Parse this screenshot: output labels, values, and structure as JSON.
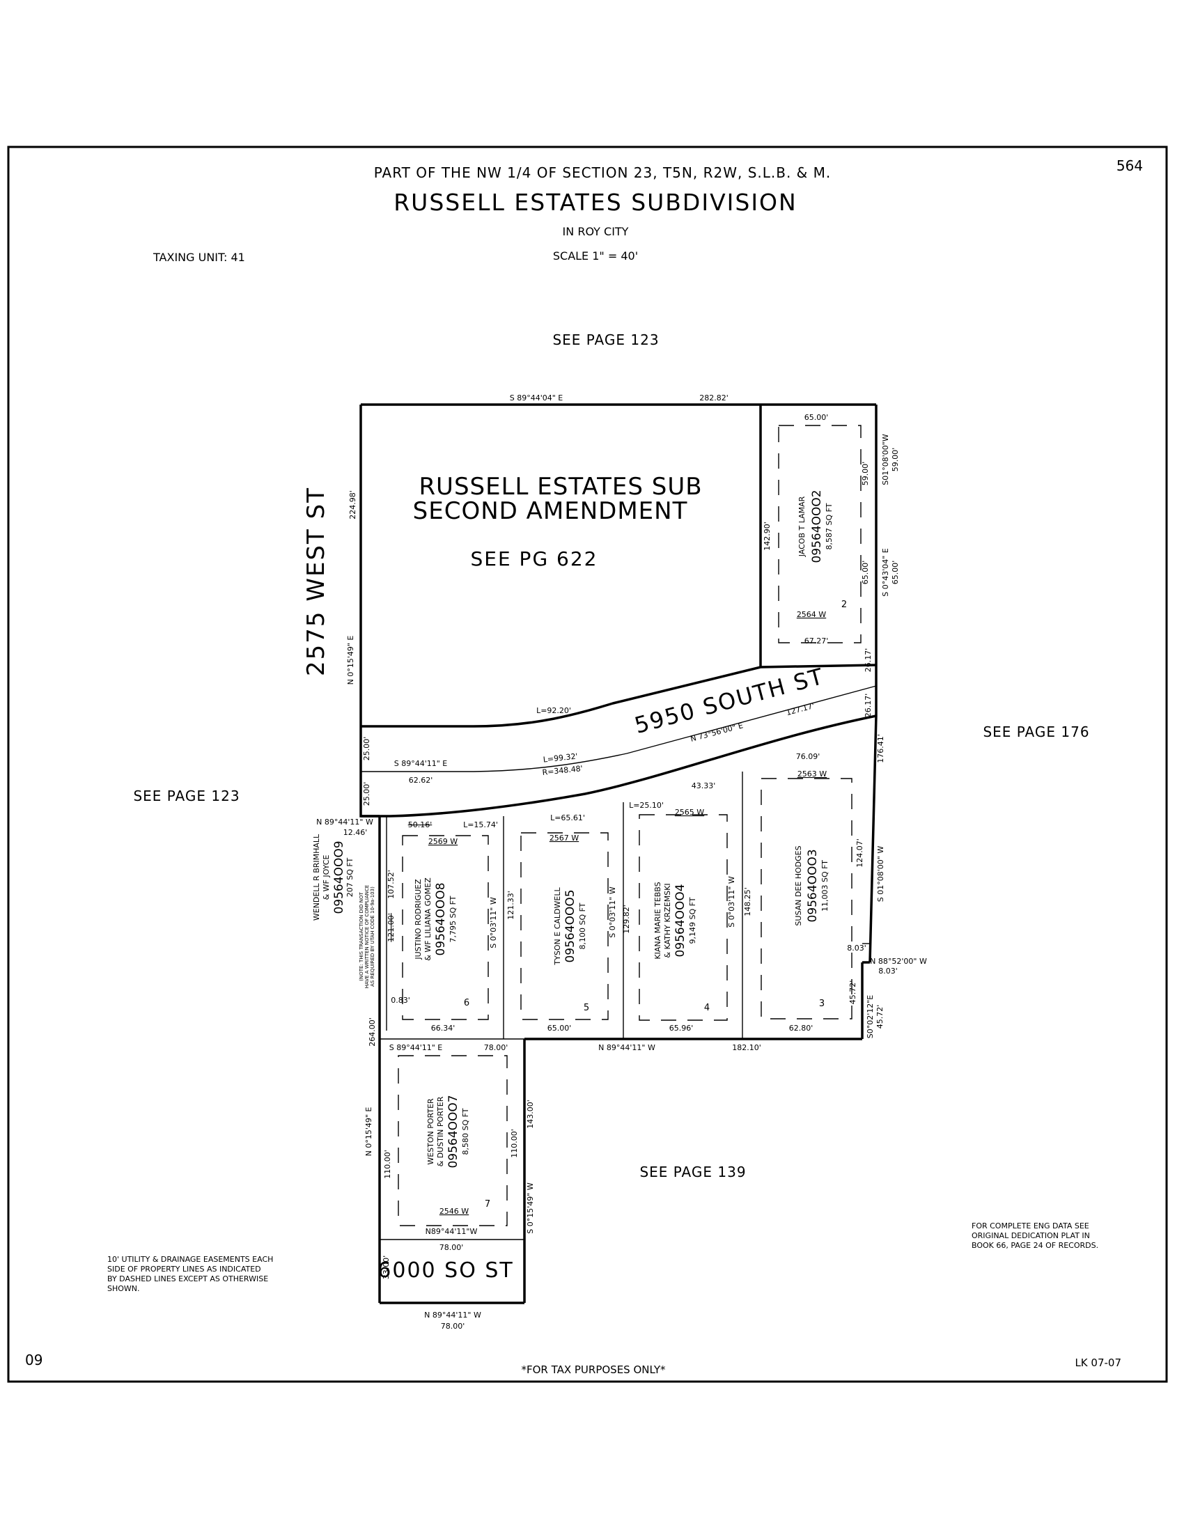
{
  "header": {
    "location": "PART OF THE NW 1/4 OF SECTION 23, T5N, R2W, S.L.B. & M.",
    "title": "RUSSELL ESTATES SUBDIVISION",
    "city": "IN ROY CITY",
    "scale": "SCALE 1\" = 40'",
    "taxing_unit": "TAXING UNIT: 41",
    "page_number": "564"
  },
  "references": {
    "north": "SEE PAGE 123",
    "west": "SEE PAGE 123",
    "east": "SEE PAGE 176",
    "south": "SEE PAGE 139"
  },
  "streets": {
    "west": "2575 WEST ST",
    "middle": "5950 SOUTH ST",
    "south": "6000 SO ST"
  },
  "amendment": {
    "line1": "RUSSELL ESTATES SUB",
    "line2": "SECOND AMENDMENT",
    "ref": "SEE PG 622"
  },
  "parcels": [
    {
      "lot": "2",
      "owner1": "JACOB T LAMAR",
      "owner2": "",
      "pin": "09564OOO2",
      "area": "8,587 SQ FT",
      "address": "2564 W"
    },
    {
      "lot": "3",
      "owner1": "SUSAN DEE HODGES",
      "owner2": "",
      "pin": "09564OOO3",
      "area": "11,003 SQ FT",
      "address": "2563 W"
    },
    {
      "lot": "4",
      "owner1": "KIANA MARIE TEBBS",
      "owner2": "& KATHY KRZEMSKI",
      "pin": "09564OOO4",
      "area": "9,149 SQ FT",
      "address": "2565 W"
    },
    {
      "lot": "5",
      "owner1": "TYSON E CALDWELL",
      "owner2": "",
      "pin": "09564OOO5",
      "area": "8,100 SQ FT",
      "address": "2567 W"
    },
    {
      "lot": "6",
      "owner1": "JUSTINO RODRIGUEZ",
      "owner2": "& WF LILIANA GOMEZ",
      "pin": "09564OOO8",
      "area": "7,795 SQ FT",
      "address": "2569 W"
    },
    {
      "lot": "7",
      "owner1": "WESTON PORTER",
      "owner2": "& DUSTIN PORTER",
      "pin": "09564OOO7",
      "area": "8,580 SQ FT",
      "address": "2546 W"
    }
  ],
  "sliver": {
    "owner1": "WENDELL R BRIMHALL",
    "owner2": "& WF JOYCE",
    "pin": "09564OOO9",
    "area": "207 SQ FT",
    "note1": "(NOTE: THIS TRANSACTION DID NOT",
    "note2": "HAVE A WRITTEN NOTICE OF COMPLIANCE",
    "note3": "AS REQUIRED BY UTAH CODE 10-9a-103)"
  },
  "dims": {
    "top_bearing": "S 89°44'04\" E",
    "top_length": "282.82'",
    "lot2_top": "65.00'",
    "lot2_r1": "59.00'",
    "lot2_r1b": "S01°08'00\"W",
    "lot2_r1c": "59.00'",
    "lot2_r2": "65.00'",
    "lot2_r2b": "S 0°43'04\" E",
    "lot2_r2c": "65.00'",
    "lot2_left": "142.90'",
    "lot2_bot": "67.27'",
    "east_row1": "26.17'",
    "east_row2": "26.17'",
    "west_len": "224.98'",
    "west_bearing": "N 0°15'49\" E",
    "curve_north": "L=92.20'",
    "row_bearing": "N 73°56'00\" E",
    "row_len": "127.17'",
    "curve_center_l": "L=99.32'",
    "curve_center_r": "R=348.48'",
    "cl_bearing": "S 89°44'11\" E",
    "cl_len": "62.62'",
    "w_row1": "25.00'",
    "w_row2": "25.00'",
    "sliver_bearing": "N 89°44'11\" W",
    "sliver_len": "12.46'",
    "lot6_top_a": "50.16'",
    "lot6_top_b": "L=15.74'",
    "lot6_right": "S 0°03'11\" W",
    "lot6_right_len": "121.33'",
    "lot6_a": "107.52'",
    "lot6_b": "121.00'",
    "lot6_c": "0.83'",
    "lot6_bot": "66.34'",
    "lot5_top": "L=65.61'",
    "lot5_bot": "65.00'",
    "lot5_right": "S 0°03'11\" W",
    "lot5_right_len": "129.82'",
    "lot4_top_a": "L=25.10'",
    "lot4_top_b": "43.33'",
    "lot4_bot": "65.96'",
    "lot4_right": "S 0°03'11\" W",
    "lot4_right_len": "148.25'",
    "lot3_top": "76.09'",
    "lot3_bot": "62.80'",
    "lot3_r1": "124.07'",
    "lot3_r1b": "S 01°08'00\" W",
    "lot3_r2": "176.41'",
    "lot3_jog": "8.03'",
    "lot3_jog_b": "N 88°52'00\" W",
    "lot3_jog_c": "8.03'",
    "lot3_r3": "45.72'",
    "lot3_r3b": "S0°02'12\"E",
    "lot3_r3c": "45.72'",
    "south_bearing": "N 89°44'11\" W",
    "south_len": "182.10'",
    "lot7_top_bearing": "S 89°44'11\" E",
    "lot7_top_len": "78.00'",
    "lot7_w1": "264.00'",
    "lot7_w_bearing": "N 0°15'49\" E",
    "lot7_w2": "110.00'",
    "lot7_e1": "143.00'",
    "lot7_e2": "110.00'",
    "lot7_e_bearing": "S 0°15'49\" W",
    "lot7_bot_bearing": "N89°44'11\"W",
    "lot7_bot_len": "78.00'",
    "st_width": "33.00'",
    "bottom_bearing": "N 89°44'11\" W",
    "bottom_len": "78.00'"
  },
  "notes": {
    "easement1": "10' UTILITY & DRAINAGE EASEMENTS EACH",
    "easement2": "SIDE OF PROPERTY LINES AS INDICATED",
    "easement3": "BY DASHED LINES EXCEPT AS OTHERWISE",
    "easement4": "SHOWN.",
    "eng1": "FOR COMPLETE ENG DATA SEE",
    "eng2": "ORIGINAL DEDICATION PLAT IN",
    "eng3": "BOOK 66, PAGE 24 OF RECORDS."
  },
  "footer": {
    "left": "09",
    "center": "*FOR TAX PURPOSES ONLY*",
    "right": "LK 07-07"
  }
}
